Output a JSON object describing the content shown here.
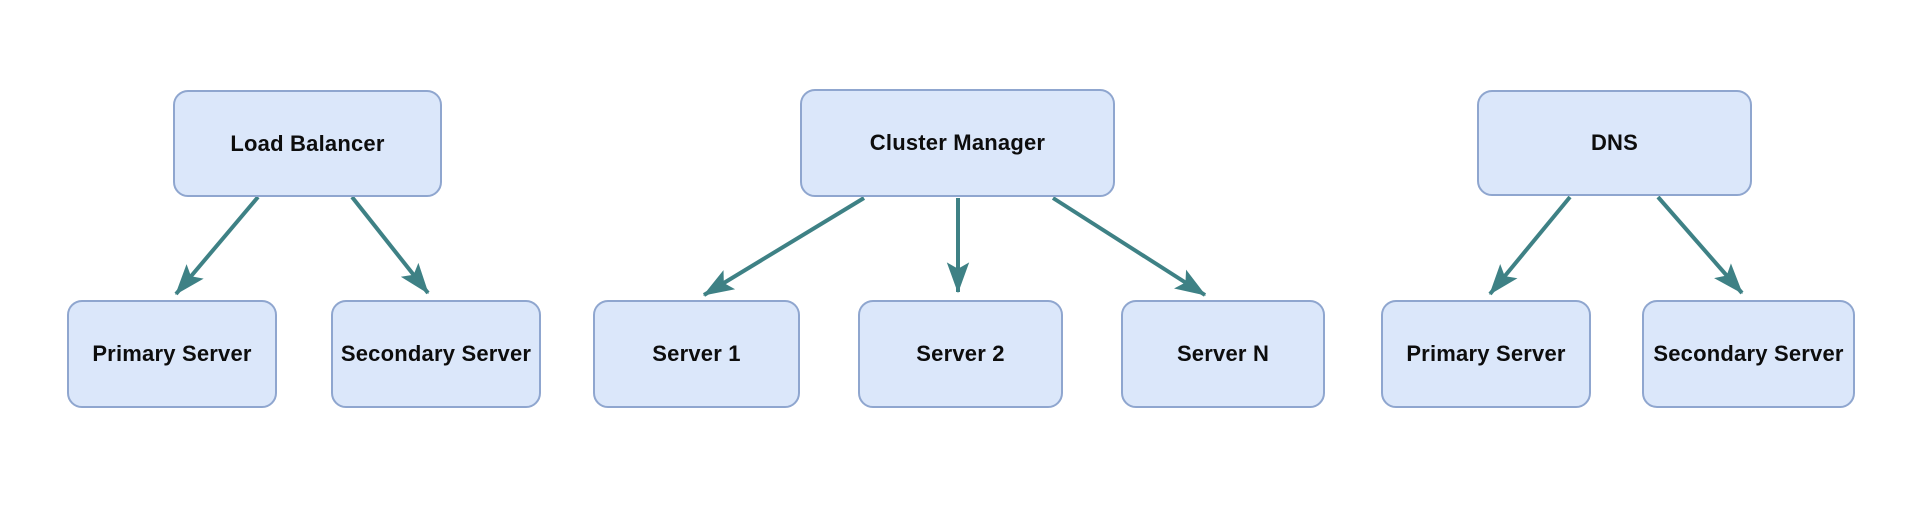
{
  "diagram_type": "architecture-tree-diagram",
  "colors": {
    "background": "#ffffff",
    "node_fill": "#dbe7fa",
    "node_border": "#8fa6cf",
    "arrow": "#3e8185",
    "label_text": "#0d0d0d"
  },
  "nodes": {
    "load_balancer": {
      "label": "Load Balancer"
    },
    "primary_server_lb": {
      "label": "Primary Server"
    },
    "secondary_server_lb": {
      "label": "Secondary Server"
    },
    "cluster_manager": {
      "label": "Cluster Manager"
    },
    "server_1": {
      "label": "Server 1"
    },
    "server_2": {
      "label": "Server 2"
    },
    "server_n": {
      "label": "Server N"
    },
    "dns": {
      "label": "DNS"
    },
    "primary_server_dns": {
      "label": "Primary Server"
    },
    "secondary_server_dns": {
      "label": "Secondary Server"
    }
  },
  "edges": [
    {
      "from": "load_balancer",
      "to": "primary_server_lb"
    },
    {
      "from": "load_balancer",
      "to": "secondary_server_lb"
    },
    {
      "from": "cluster_manager",
      "to": "server_1"
    },
    {
      "from": "cluster_manager",
      "to": "server_2"
    },
    {
      "from": "cluster_manager",
      "to": "server_n"
    },
    {
      "from": "dns",
      "to": "primary_server_dns"
    },
    {
      "from": "dns",
      "to": "secondary_server_dns"
    }
  ]
}
